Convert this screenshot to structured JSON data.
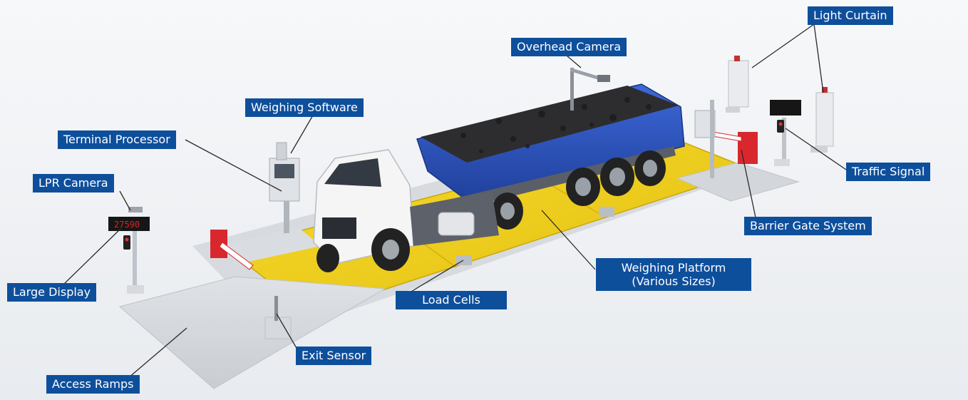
{
  "callouts": {
    "light_curtain": "Light Curtain",
    "overhead_camera": "Overhead Camera",
    "weighing_software": "Weighing Software",
    "terminal_processor": "Terminal Processor",
    "lpr_camera": "LPR Camera",
    "traffic_signal": "Traffic Signal",
    "barrier_gate_system": "Barrier Gate System",
    "weighing_platform_line1": "Weighing Platform",
    "weighing_platform_line2": "(Various Sizes)",
    "large_display": "Large Display",
    "load_cells": "Load Cells",
    "exit_sensor": "Exit Sensor",
    "access_ramps": "Access Ramps"
  },
  "colors": {
    "callout_bg": "#0e4f9c",
    "callout_text": "#ffffff",
    "platform": "#f2d21b",
    "truck_body": "#2f57c4",
    "cab": "#f4f4f4",
    "barrier": "#d8282e",
    "leader_line": "#2a2a2a"
  },
  "display_readout": "27590"
}
